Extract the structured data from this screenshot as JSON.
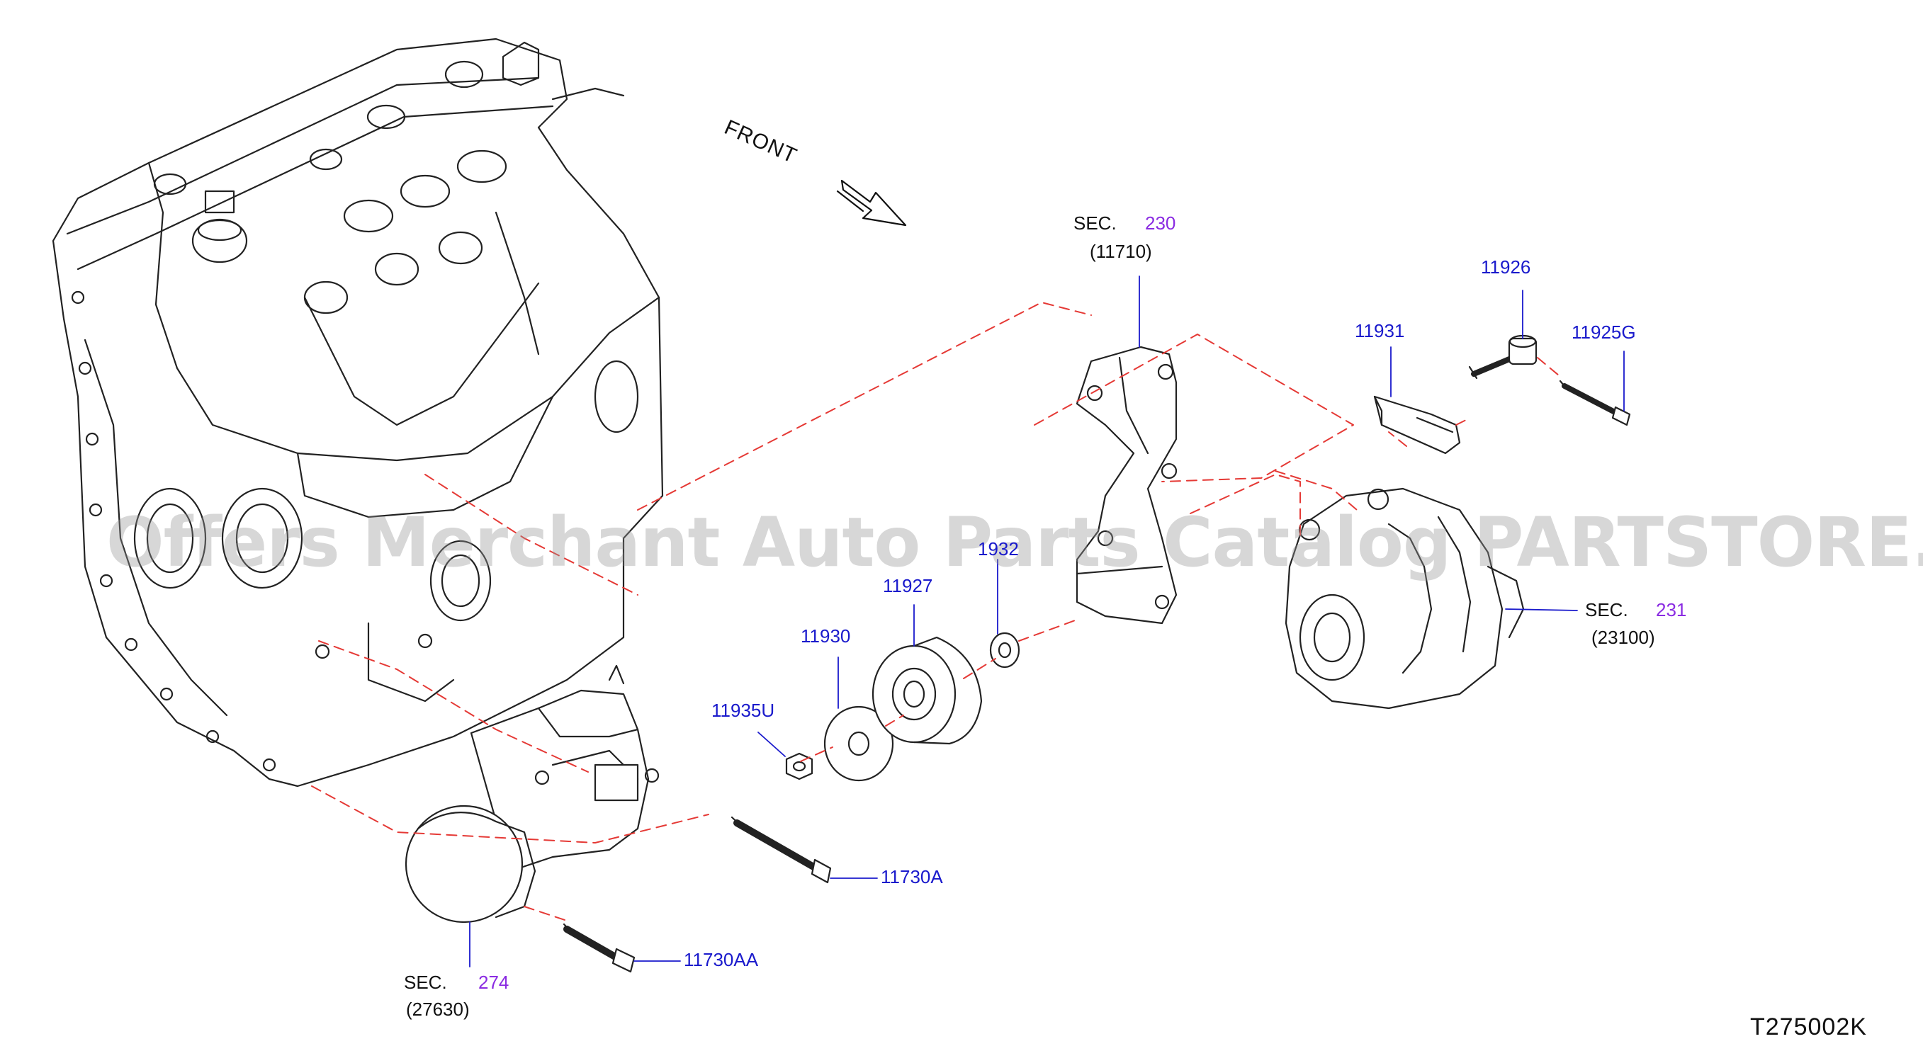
{
  "watermark": "Offers Merchant Auto Parts Catalog PARTSTORE.SA",
  "direction": "FRONT",
  "diagram_code": "T275002K",
  "colors": {
    "part_number": "#1a1acc",
    "section_number": "#8a2be2",
    "leader_line": "#e53935",
    "outline": "#222222"
  },
  "sections": [
    {
      "prefix": "SEC.",
      "number": "230",
      "ref": "(11710)"
    },
    {
      "prefix": "SEC.",
      "number": "231",
      "ref": "(23100)"
    },
    {
      "prefix": "SEC.",
      "number": "274",
      "ref": "(27630)"
    }
  ],
  "parts": [
    "11926",
    "11931",
    "11925G",
    "1932",
    "11927",
    "11930",
    "11935U",
    "11730A",
    "11730AA"
  ]
}
